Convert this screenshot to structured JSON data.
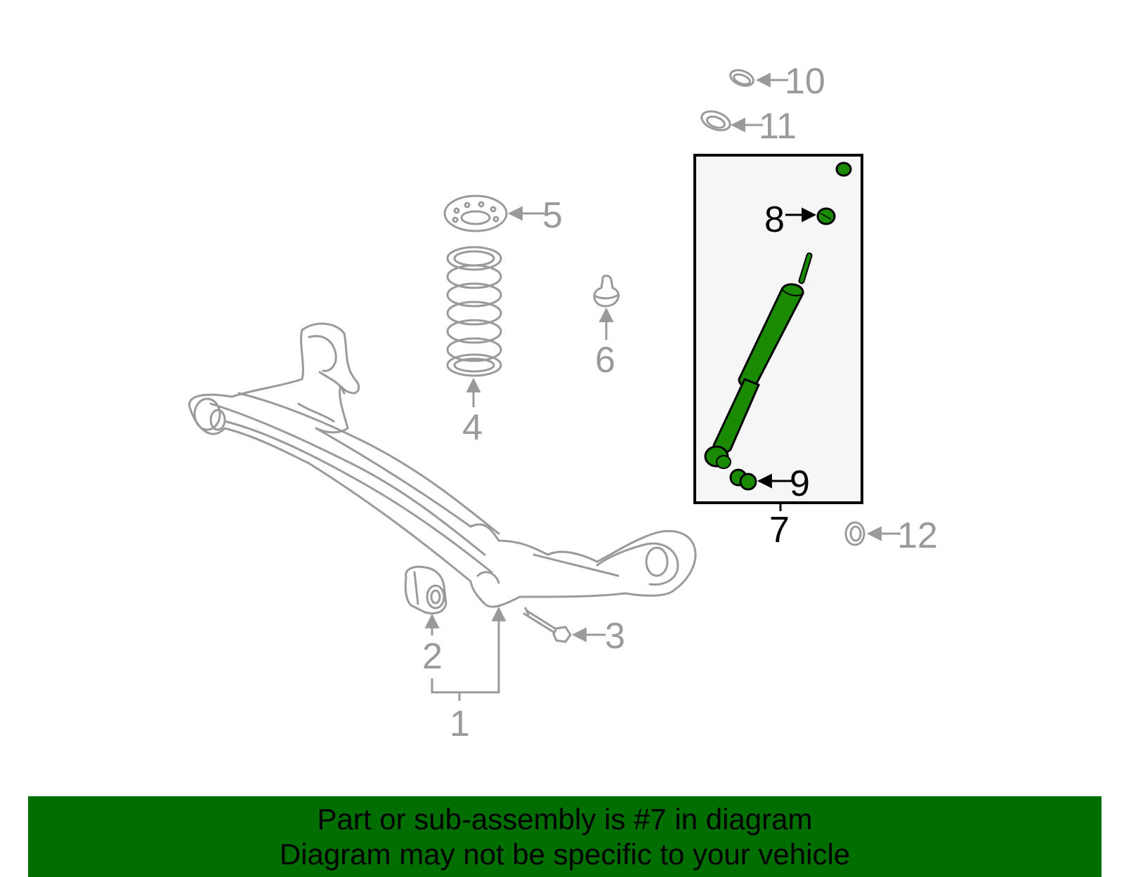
{
  "colors": {
    "highlight_green": "#006e00",
    "part_green": "#1a8a00",
    "line_grey": "#9a9a9a",
    "highlight_box_fill": "#f6f6f6"
  },
  "callouts": {
    "c1": "1",
    "c2": "2",
    "c3": "3",
    "c4": "4",
    "c5": "5",
    "c6": "6",
    "c7": "7",
    "c8": "8",
    "c9": "9",
    "c10": "10",
    "c11": "11",
    "c12": "12"
  },
  "highlighted_part": "7",
  "banner": {
    "line1": "Part or sub-assembly is #7 in diagram",
    "line2": "Diagram may not be specific to your vehicle"
  }
}
